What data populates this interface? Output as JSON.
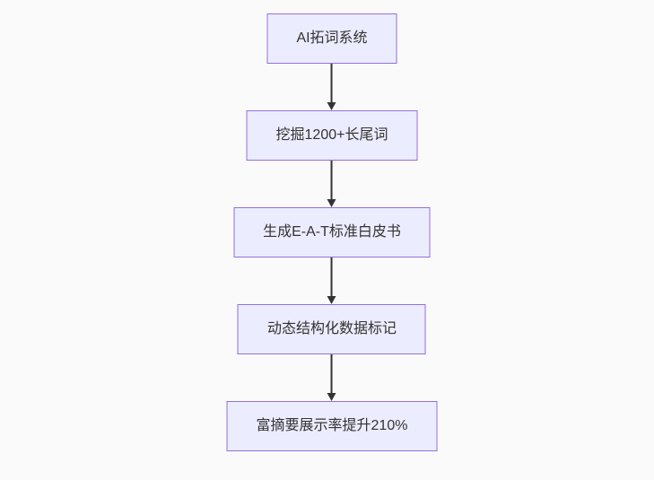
{
  "background_color": "#fafafa",
  "colors": {
    "node_fill": "#ECECFF",
    "node_border": "#9370DB",
    "node_text": "#333333",
    "arrow": "#333333"
  },
  "flowchart": {
    "type": "vertical-flow",
    "direction": "top-down",
    "nodes": [
      {
        "label": "AI拓词系统"
      },
      {
        "label": "挖掘1200+长尾词"
      },
      {
        "label": "生成E-A-T标准白皮书"
      },
      {
        "label": "动态结构化数据标记"
      },
      {
        "label": "富摘要展示率提升210%"
      }
    ],
    "edges": [
      {
        "from": 0,
        "to": 1
      },
      {
        "from": 1,
        "to": 2
      },
      {
        "from": 2,
        "to": 3
      },
      {
        "from": 3,
        "to": 4
      }
    ]
  }
}
